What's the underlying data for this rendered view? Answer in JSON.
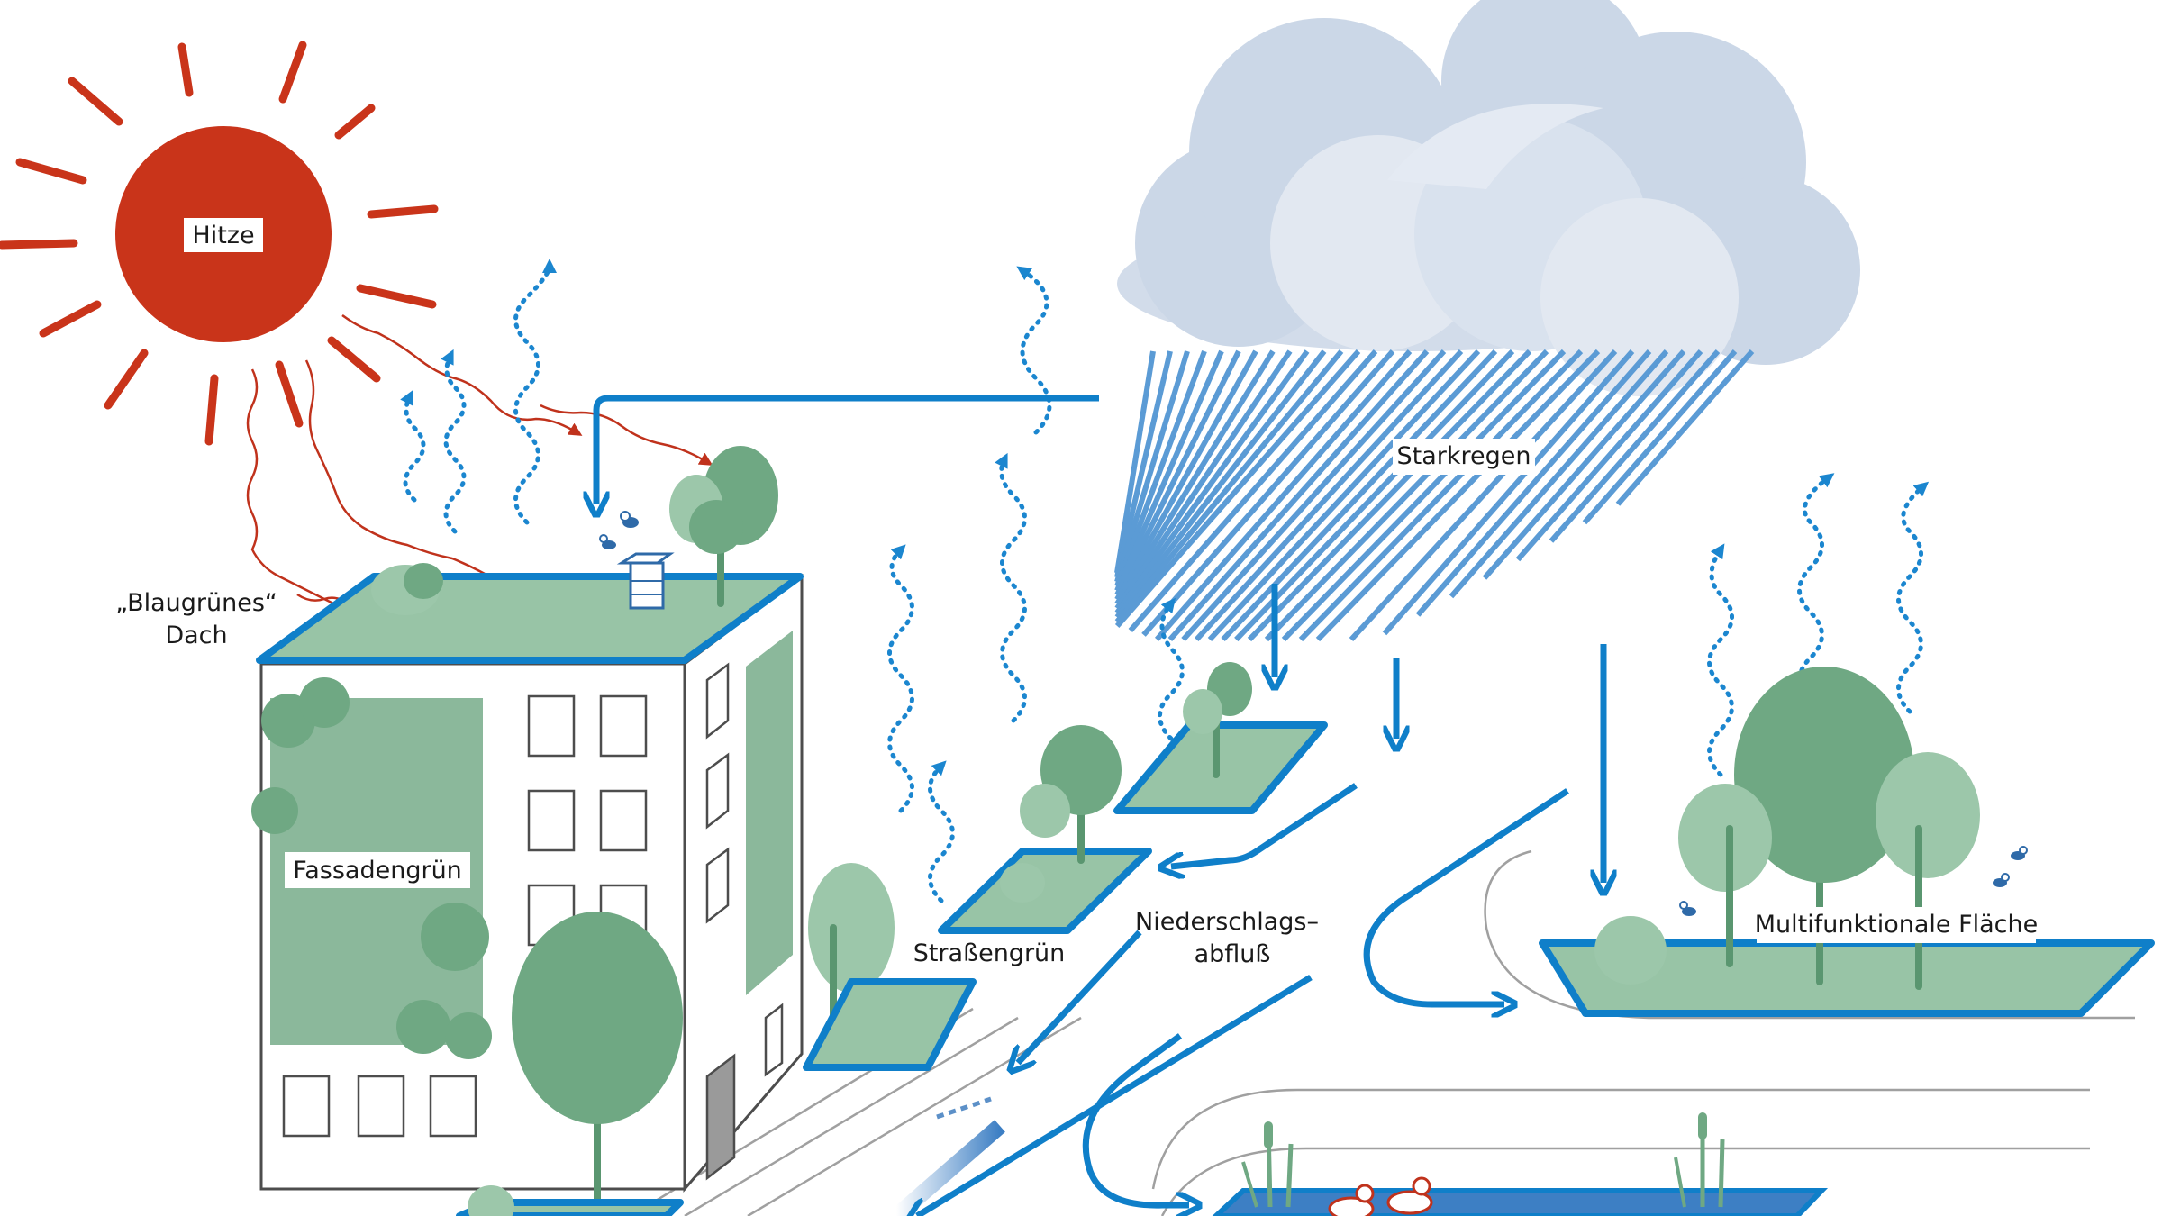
{
  "labels": {
    "heat": "Hitze",
    "heavy_rain": "Starkregen",
    "blue_green_roof_line1": "„Blaugrünes“",
    "blue_green_roof_line2": "Dach",
    "facade_green": "Fassadengrün",
    "street_green": "Straßengrün",
    "runoff_line1": "Niederschlags–",
    "runoff_line2": "abfluß",
    "multifunctional_area": "Multifunktionale Fläche"
  },
  "colors": {
    "sun": "#c9341a",
    "cloud_light": "#e2e8f1",
    "cloud_mid": "#cbd7e7",
    "rain": "#5b9bd5",
    "water_flow": "#0f7fc9",
    "greenery": "#98c4a6",
    "tree_dark": "#6fa883"
  },
  "icons": [
    "sun-icon",
    "cloud-icon",
    "tree-icon",
    "beehive-icon",
    "bee-icon",
    "duck-icon",
    "reed-icon"
  ]
}
